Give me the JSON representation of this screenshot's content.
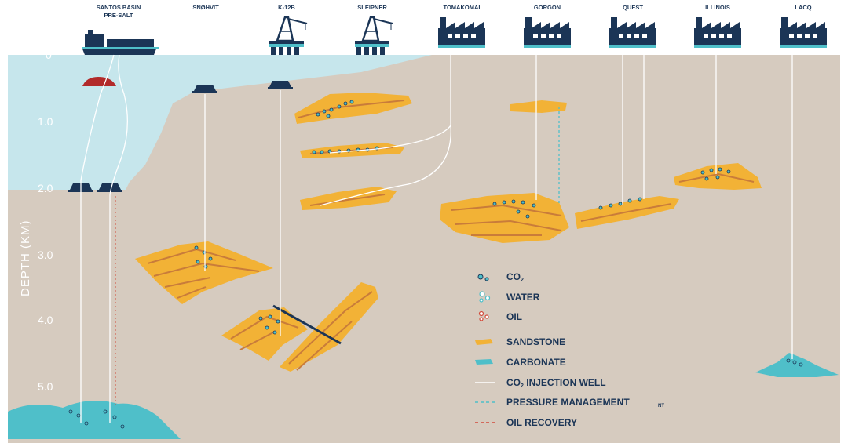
{
  "sites": [
    {
      "line1": "SANTOS BASIN",
      "line2": "PRE-SALT"
    },
    {
      "line1": "SNØHVIT",
      "line2": ""
    },
    {
      "line1": "K-12B",
      "line2": ""
    },
    {
      "line1": "SLEIPNER",
      "line2": ""
    },
    {
      "line1": "TOMAKOMAI",
      "line2": ""
    },
    {
      "line1": "GORGON",
      "line2": ""
    },
    {
      "line1": "QUEST",
      "line2": ""
    },
    {
      "line1": "ILLINOIS",
      "line2": ""
    },
    {
      "line1": "LACQ",
      "line2": ""
    }
  ],
  "axis": {
    "title": "DEPTH (KM)",
    "ticks": [
      "0",
      "1.0",
      "2.0",
      "3.0",
      "4.0",
      "5.0"
    ]
  },
  "legend": {
    "co2": "CO",
    "co2_sub": "2",
    "water": "WATER",
    "oil": "OIL",
    "sandstone": "SANDSTONE",
    "carbonate": "CARBONATE",
    "injection_prefix": "CO",
    "injection_sub": "2",
    "injection_suffix": " INJECTION WELL",
    "pressure": "PRESSURE MANAGEMENT",
    "pressure_trail": "NT",
    "oil_recovery": "OIL RECOVERY"
  },
  "colors": {
    "sea": "#c6e6ec",
    "ground": "#d6cbbf",
    "sandstone": "#f2b236",
    "sandstone_stripe": "#c97c3a",
    "carbonate": "#4fbfc9",
    "navy": "#1b3556",
    "oil": "#b22a2a",
    "well": "#ffffff",
    "pressure": "#4fbfc9",
    "oil_recovery": "#d24b3b"
  }
}
